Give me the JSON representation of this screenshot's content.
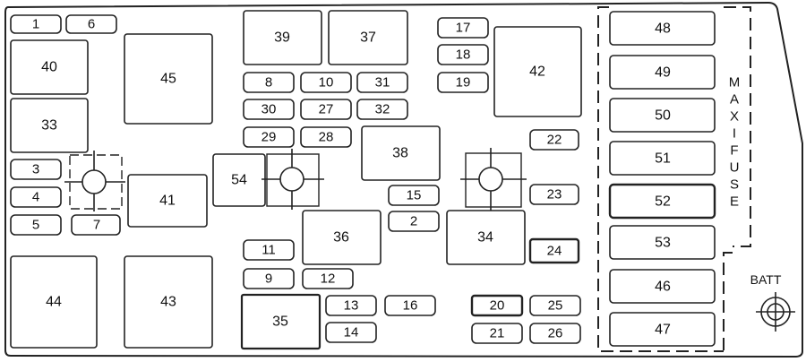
{
  "slots": {
    "s1": "1",
    "s6": "6",
    "s40": "40",
    "s33": "33",
    "s3": "3",
    "s4": "4",
    "s5": "5",
    "s7": "7",
    "s44": "44",
    "s45": "45",
    "s41": "41",
    "s43": "43",
    "s39": "39",
    "s37": "37",
    "s8": "8",
    "s10": "10",
    "s31": "31",
    "s30": "30",
    "s27": "27",
    "s32": "32",
    "s29": "29",
    "s28": "28",
    "s54": "54",
    "s38": "38",
    "s15": "15",
    "s2": "2",
    "s36": "36",
    "s11": "11",
    "s9": "9",
    "s12": "12",
    "s35": "35",
    "s13": "13",
    "s16": "16",
    "s14": "14",
    "s17": "17",
    "s18": "18",
    "s19": "19",
    "s42": "42",
    "s22": "22",
    "s23": "23",
    "s34": "34",
    "s24": "24",
    "s20": "20",
    "s25": "25",
    "s21": "21",
    "s26": "26",
    "s48": "48",
    "s49": "49",
    "s50": "50",
    "s51": "51",
    "s52": "52",
    "s53": "53",
    "s46": "46",
    "s47": "47"
  },
  "maxifuse_label": "MAXIFUSE",
  "batt_label": "BATT"
}
